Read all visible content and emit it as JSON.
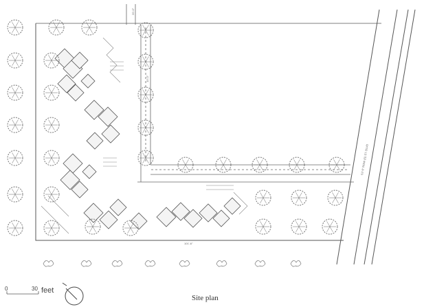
{
  "caption": "Site plan",
  "scale": {
    "start_label": "0",
    "end_label": "30",
    "unit_label": "feet"
  },
  "dimensions": {
    "south_edge": "101'-6\"",
    "road_edge": "53'-6\" ROW (S) ST. BLVD",
    "drive_top": "20'-0\"",
    "drive_mid": "10'-0\""
  },
  "colors": {
    "ink": "#555555",
    "light_ink": "#888888",
    "tree": "#666666"
  }
}
